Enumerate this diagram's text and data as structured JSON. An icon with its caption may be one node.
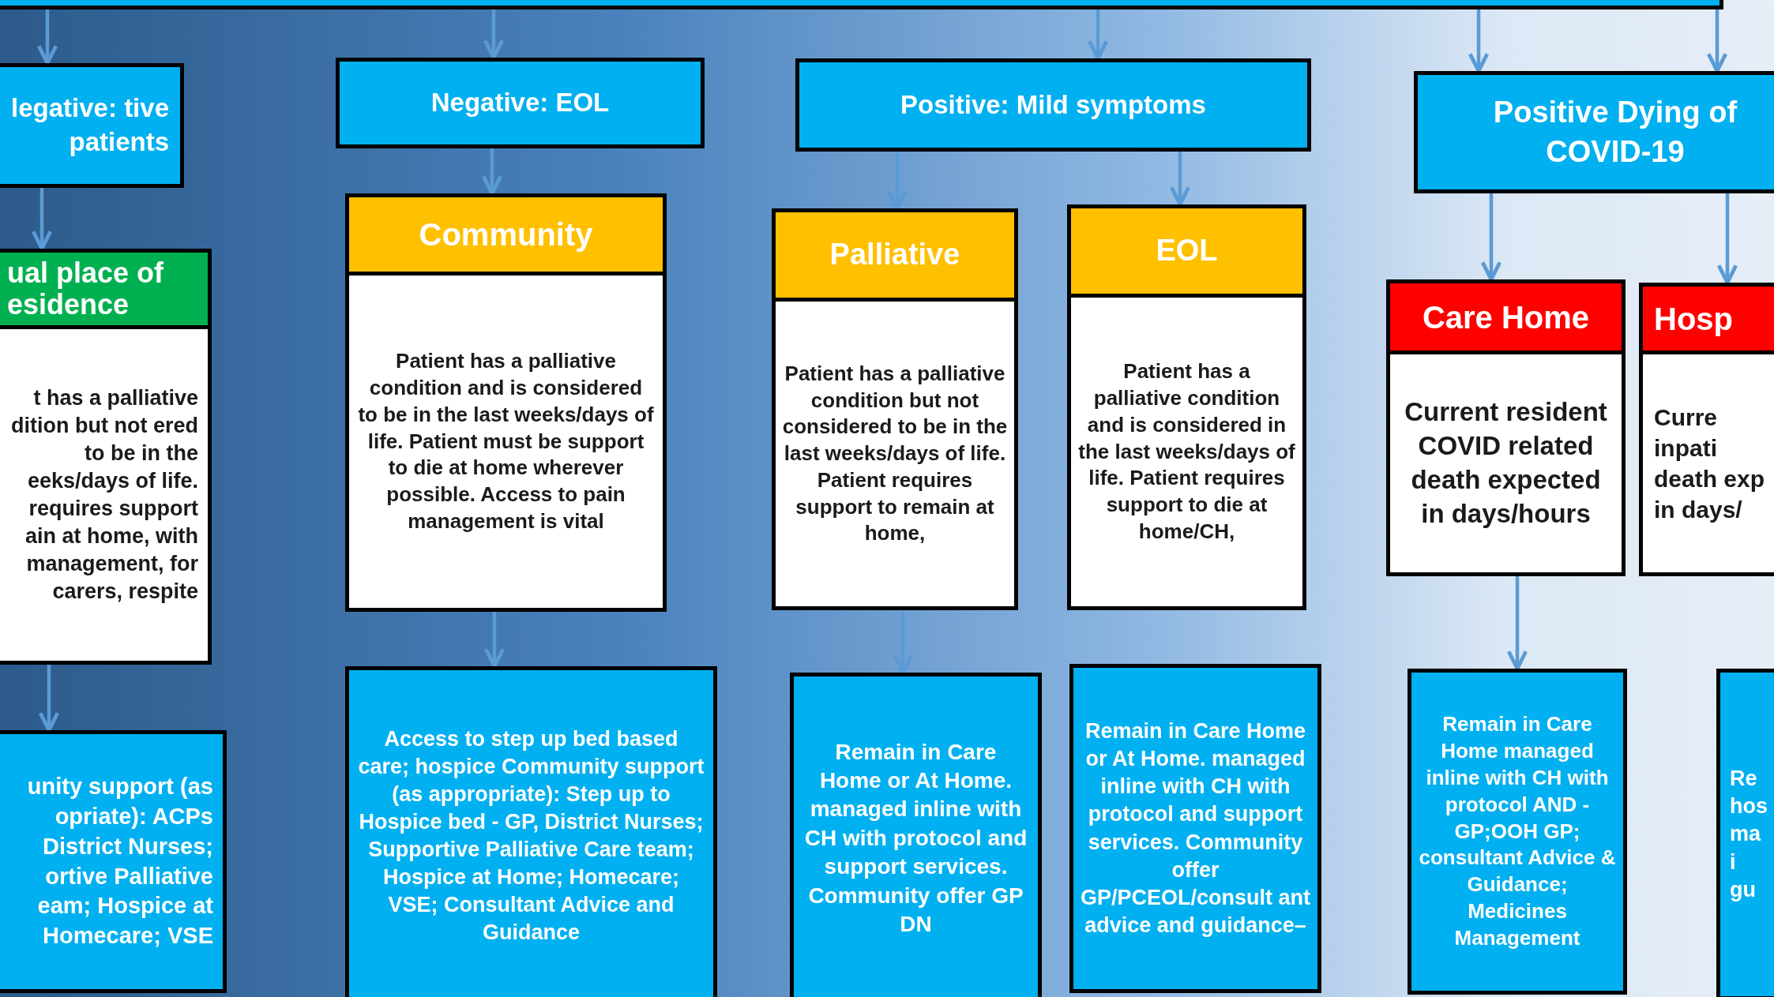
{
  "diagram": {
    "nodes": [
      {
        "text": [],
        "shape": "box"
      },
      {
        "text": [
          "legative: tive patients"
        ]
      },
      {
        "text": [
          "ual place of esidence",
          "t has a palliative dition but not ered to be in the eeks/days of life. requires support ain at home, with management, for carers, respite"
        ]
      },
      {
        "text": [
          "unity support (as opriate): ACPs District Nurses; ortive Palliative eam; Hospice at Homecare; VSE"
        ]
      },
      {
        "text": [
          "Negative: EOL"
        ]
      },
      {
        "text": [
          "Community",
          "Patient has a palliative condition and is considered to be in the last weeks/days of life. Patient must be support to die at home wherever possible. Access to pain management is vital"
        ]
      },
      {
        "text": [
          "Access to step up bed based care; hospice Community support (as appropriate): Step up to Hospice bed - GP, District Nurses; Supportive Palliative Care team; Hospice at Home; Homecare; VSE; Consultant Advice and Guidance"
        ]
      },
      {
        "text": [
          "Positive:  Mild symptoms"
        ]
      },
      {
        "text": [
          "Palliative",
          "Patient has a palliative condition but not considered to be in the last weeks/days of life. Patient requires support to remain at home,"
        ]
      },
      {
        "text": [
          "Remain in Care Home or At Home. managed inline with CH with protocol and support  services. Community offer GP DN"
        ]
      },
      {
        "text": [
          "EOL",
          "Patient has a palliative condition and is considered in the last weeks/days of life. Patient requires support to die at home/CH,"
        ]
      },
      {
        "text": [
          "Remain in Care Home or At Home. managed inline with CH with protocol and support  services. Community offer GP/PCEOL/consult ant advice and guidance–"
        ]
      },
      {
        "text": [
          "Positive Dying of COVID-19"
        ]
      },
      {
        "text": [
          "Care Home",
          "Current resident COVID related death expected in days/hours"
        ]
      },
      {
        "text": [
          "Remain in Care Home managed inline with CH with protocol AND - GP;OOH GP; consultant Advice & Guidance; Medicines Management"
        ]
      },
      {
        "text": [
          "Hosp",
          "Curre inpati death exp in days/"
        ]
      },
      {
        "text": [
          "Re hos ma i gu"
        ]
      }
    ],
    "edges": [
      {
        "from": 0,
        "to": 1,
        "arrow": "to"
      },
      {
        "from": 0,
        "to": 4,
        "arrow": "to"
      },
      {
        "from": 0,
        "to": 7,
        "arrow": "to"
      },
      {
        "from": 0,
        "to": 12,
        "arrow": "to"
      },
      {
        "from": 0,
        "to": 12,
        "arrow": "to"
      },
      {
        "from": 1,
        "to": 2,
        "arrow": "to"
      },
      {
        "from": 4,
        "to": 5,
        "arrow": "to"
      },
      {
        "from": 7,
        "to": 8,
        "arrow": "to"
      },
      {
        "from": 7,
        "to": 10,
        "arrow": "to"
      },
      {
        "from": 12,
        "to": 13,
        "arrow": "to"
      },
      {
        "from": 12,
        "to": 15,
        "arrow": "to"
      },
      {
        "from": 2,
        "to": 3,
        "arrow": "to"
      },
      {
        "from": 5,
        "to": 6,
        "arrow": "to"
      },
      {
        "from": 8,
        "to": 9,
        "arrow": "to"
      },
      {
        "from": 13,
        "to": 14,
        "arrow": "to"
      }
    ]
  }
}
